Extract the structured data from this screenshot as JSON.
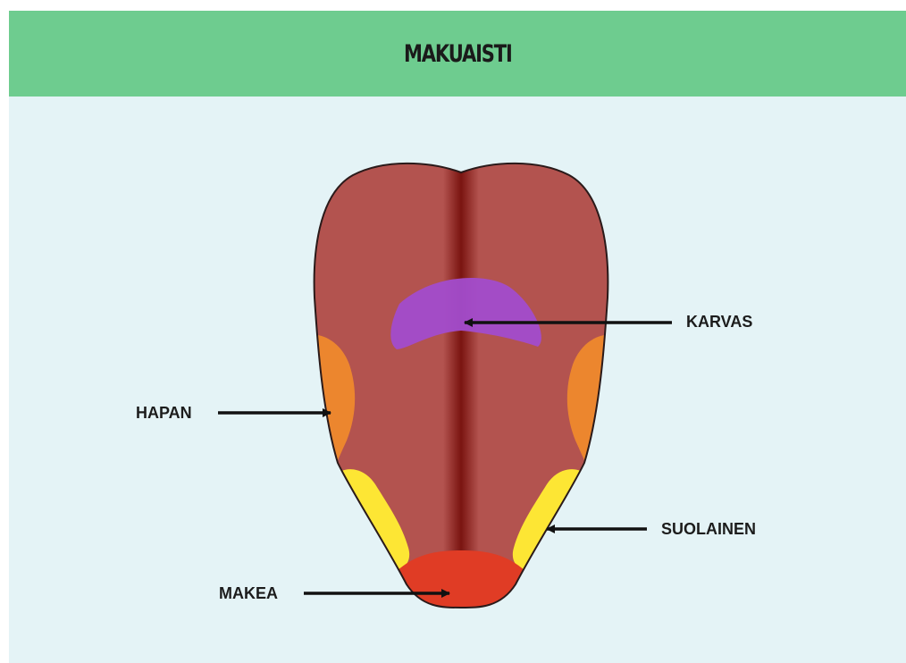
{
  "header": {
    "title": "MAKUAISTI",
    "color": "#6ecc8f"
  },
  "background_color": "#e4f3f6",
  "tongue": {
    "base_color": "#b3534f",
    "midline_color": "#7a1410",
    "outline_color": "#2a1a1a"
  },
  "zones": [
    {
      "id": "karvas",
      "label": "KARVAS",
      "color": "#a24ccc"
    },
    {
      "id": "hapan",
      "label": "HAPAN",
      "color": "#f08a2c"
    },
    {
      "id": "suolainen",
      "label": "SUOLAINEN",
      "color": "#fde634"
    },
    {
      "id": "makea",
      "label": "MAKEA",
      "color": "#e03c25"
    }
  ]
}
